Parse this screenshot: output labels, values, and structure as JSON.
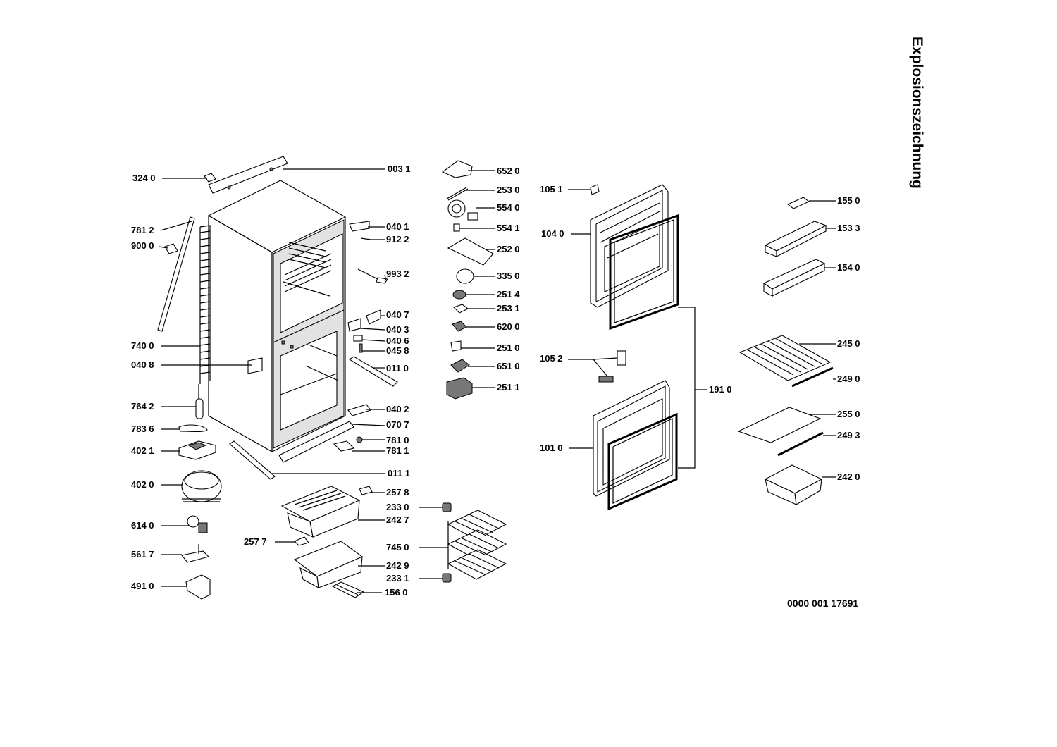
{
  "title": "Explosionszeichnung",
  "document_number": "0000 001 17691",
  "parts": [
    "003 1",
    "324 0",
    "781 2",
    "900 0",
    "740 0",
    "040 8",
    "764 2",
    "783 6",
    "402 1",
    "402 0",
    "614 0",
    "561 7",
    "491 0",
    "040 1",
    "912 2",
    "993 2",
    "040 7",
    "040 3",
    "040 6",
    "045 8",
    "011 0",
    "040 2",
    "070 7",
    "781 0",
    "781 1",
    "011 1",
    "257 8",
    "242 7",
    "257 7",
    "242 9",
    "156 0",
    "652 0",
    "253 0",
    "554 0",
    "554 1",
    "252 0",
    "335 0",
    "251 4",
    "253 1",
    "620 0",
    "251 0",
    "651 0",
    "251 1",
    "233 0",
    "745 0",
    "233 1",
    "105 1",
    "104 0",
    "105 2",
    "191 0",
    "101 0",
    "155 0",
    "153 3",
    "154 0",
    "245 0",
    "249 0",
    "255 0",
    "249 3",
    "242 0"
  ]
}
